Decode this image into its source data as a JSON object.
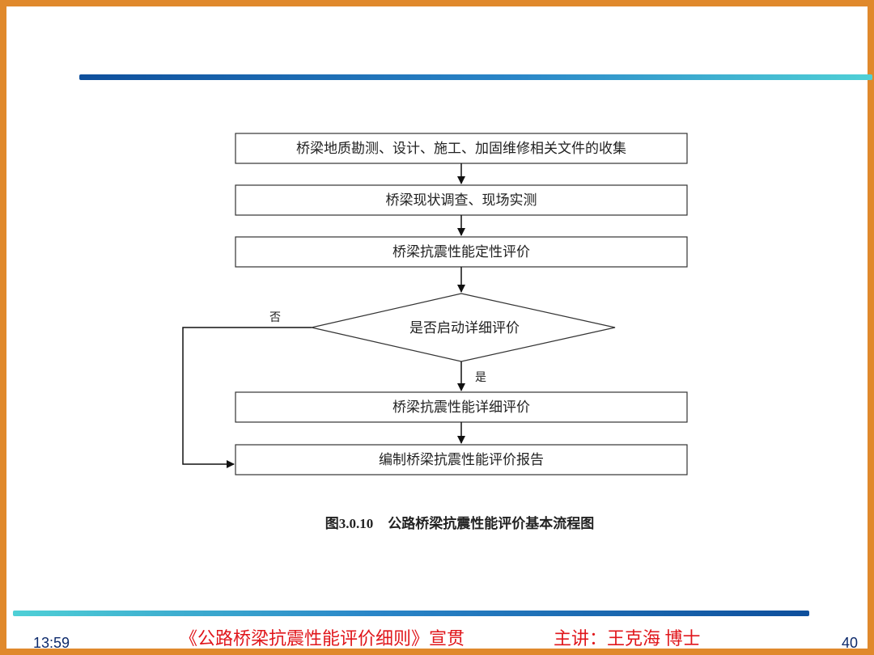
{
  "flowchart": {
    "steps": [
      "桥梁地质勘测、设计、施工、加固维修相关文件的收集",
      "桥梁现状调查、现场实测",
      "桥梁抗震性能定性评价"
    ],
    "decision": "是否启动详细评价",
    "no_label": "否",
    "yes_label": "是",
    "detailed_step": "桥梁抗震性能详细评价",
    "final_step": "编制桥梁抗震性能评价报告"
  },
  "caption": {
    "figure_number": "图3.0.10",
    "title": "公路桥梁抗震性能评价基本流程图"
  },
  "footer": {
    "time": "13:59",
    "course_title": "《公路桥梁抗震性能评价细则》宣贯",
    "speaker": "主讲：王克海 博士",
    "page_number": "40"
  },
  "colors": {
    "frame_border": "#e0892c",
    "bar_dark": "#0e4f9c",
    "bar_light": "#4fd0d6",
    "footer_text_red": "#e0161b",
    "footer_text_navy": "#0d2a6b"
  }
}
